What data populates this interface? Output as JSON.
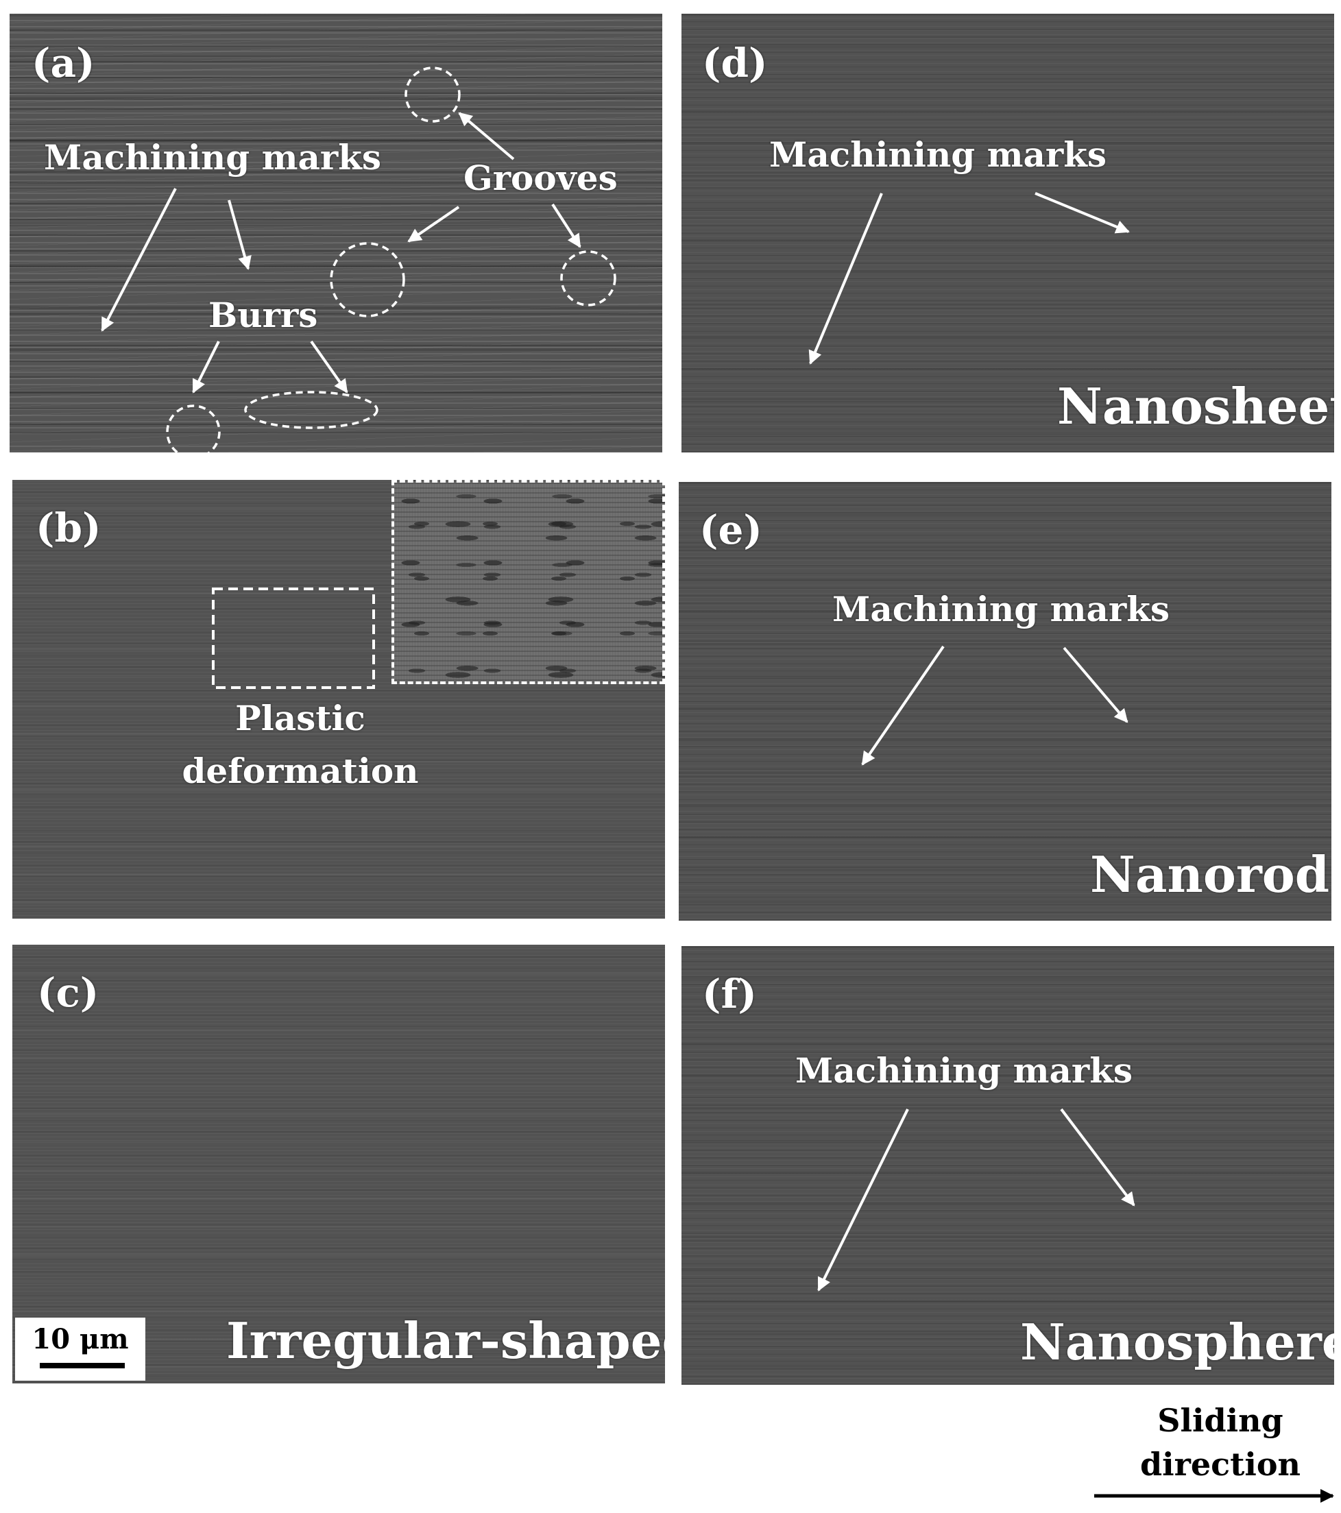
{
  "panels": {
    "a": {
      "letter": "(a)",
      "machining_marks": "Machining marks",
      "grooves": "Grooves",
      "burrs": "Burrs"
    },
    "b": {
      "letter": "(b)",
      "plastic": "Plastic",
      "deformation": "deformation"
    },
    "c": {
      "letter": "(c)",
      "caption": "Irregular-shaped"
    },
    "d": {
      "letter": "(d)",
      "machining_marks": "Machining marks",
      "caption": "Nanosheet"
    },
    "e": {
      "letter": "(e)",
      "machining_marks": "Machining marks",
      "caption": "Nanorod"
    },
    "f": {
      "letter": "(f)",
      "machining_marks": "Machining marks",
      "caption": "Nanosphere"
    }
  },
  "scale_bar": {
    "label": "10 μm"
  },
  "sliding_direction": {
    "line1": "Sliding",
    "line2": "direction"
  },
  "colors": {
    "annotation": "#ffffff",
    "sem_background": "#4f4f4f",
    "caption_text": "#000000"
  }
}
